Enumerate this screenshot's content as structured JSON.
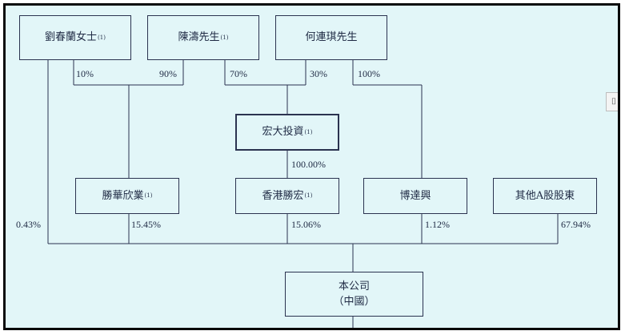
{
  "note_marker": "(1)",
  "nodes": {
    "liu_chunlan": {
      "label": "劉春蘭女士",
      "note": "(1)"
    },
    "chen_tao": {
      "label": "陳濤先生",
      "note": "(1)"
    },
    "he_lianqi": {
      "label": "何連琪先生"
    },
    "hongda_investment": {
      "label": "宏大投資",
      "note": "(1)"
    },
    "shenghua_xinye": {
      "label": "勝華欣業",
      "note": "(1)"
    },
    "hk_shenghong": {
      "label": "香港勝宏",
      "note": "(1)"
    },
    "bodaxing": {
      "label": "博達興"
    },
    "other_a_shareholders": {
      "label": "其他A股股東"
    },
    "company": {
      "label": "本公司",
      "sublabel": "（中國）"
    }
  },
  "percentages": {
    "liu_to_shenghua": "10%",
    "chen_to_shenghua": "90%",
    "chen_to_hongda": "70%",
    "he_to_hongda": "30%",
    "he_to_bodaxing": "100%",
    "hongda_to_hk": "100.00%",
    "liu_to_company": "0.43%",
    "shenghua_to_company": "15.45%",
    "hk_to_company": "15.06%",
    "bodaxing_to_company": "1.12%",
    "others_to_company": "67.94%"
  },
  "side_tab": {
    "icon": "bracket-icon",
    "glyph": "⌷"
  }
}
